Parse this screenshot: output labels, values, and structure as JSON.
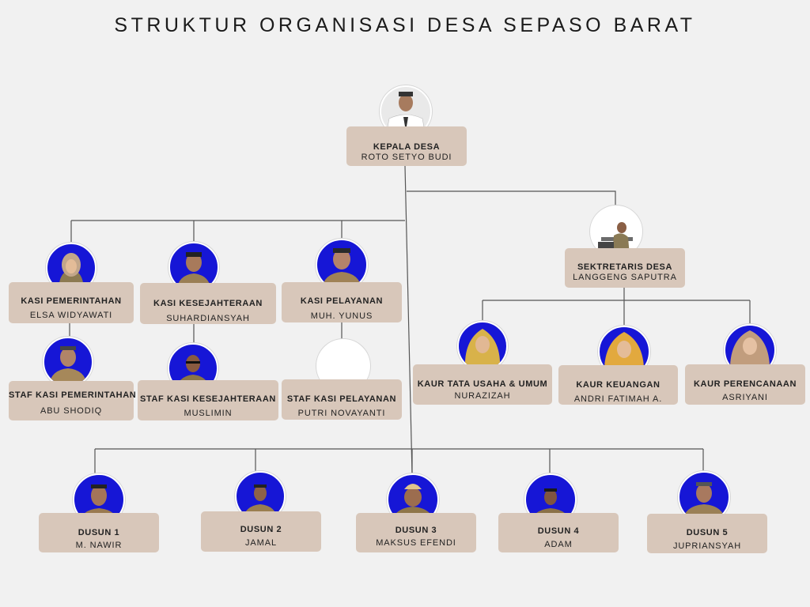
{
  "title": "STRUKTUR ORGANISASI DESA SEPASO BARAT",
  "colors": {
    "background": "#f1f1f1",
    "box": "#d8c7ba",
    "line": "#555555",
    "photo_bg_blue": "#1616d6",
    "photo_bg_white": "#ffffff"
  },
  "kepala": {
    "role": "KEPALA DESA",
    "name": "ROTO SETYO BUDI"
  },
  "sekretaris": {
    "role": "SEKTRETARIS DESA",
    "name": "LANGGENG SAPUTRA"
  },
  "kasi": [
    {
      "role": "KASI PEMERINTAHAN",
      "name": "ELSA WIDYAWATI"
    },
    {
      "role": "KASI KESEJAHTERAAN",
      "name": "SUHARDIANSYAH"
    },
    {
      "role": "KASI PELAYANAN",
      "name": "MUH. YUNUS"
    }
  ],
  "staf": [
    {
      "role": "STAF KASI PEMERINTAHAN",
      "name": "ABU SHODIQ"
    },
    {
      "role": "STAF KASI KESEJAHTERAAN",
      "name": "MUSLIMIN"
    },
    {
      "role": "STAF KASI PELAYANAN",
      "name": "PUTRI NOVAYANTI"
    }
  ],
  "kaur": [
    {
      "role": "KAUR TATA USAHA & UMUM",
      "name": "NURAZIZAH"
    },
    {
      "role": "KAUR KEUANGAN",
      "name": "ANDRI FATIMAH A."
    },
    {
      "role": "KAUR PERENCANAAN",
      "name": "ASRIYANI"
    }
  ],
  "dusun": [
    {
      "role": "DUSUN 1",
      "name": "M. NAWIR"
    },
    {
      "role": "DUSUN 2",
      "name": "JAMAL"
    },
    {
      "role": "DUSUN 3",
      "name": "MAKSUS EFENDI"
    },
    {
      "role": "DUSUN 4",
      "name": "ADAM"
    },
    {
      "role": "DUSUN 5",
      "name": "JUPRIANSYAH"
    }
  ]
}
